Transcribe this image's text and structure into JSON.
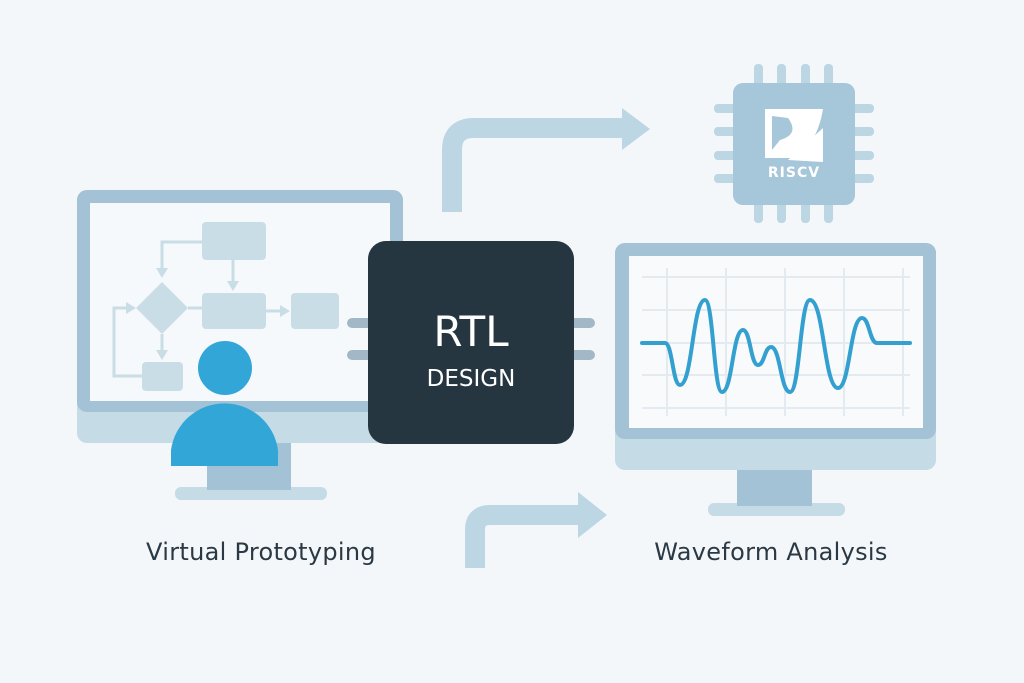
{
  "colors": {
    "background": "#f4f7fa",
    "frame": "#a3c2d6",
    "frame_light": "#c5dbe6",
    "flow_shape": "#c9dde6",
    "person": "#33a6d8",
    "rtl_chip": "#263640",
    "arrow": "#bcd6e4",
    "riscv_chip": "#a6c6da",
    "waveform": "#33a0d0",
    "grid": "#e3ebf0"
  },
  "rtl_chip": {
    "title": "RTL",
    "subtitle": "DESIGN"
  },
  "riscv_chip": {
    "label": "RISCV"
  },
  "labels": {
    "left": "Virtual Prototyping",
    "right": "Waveform Analysis"
  },
  "icons": [
    "monitor-icon",
    "flowchart-icon",
    "person-icon",
    "chip-icon",
    "arrow-right-icon",
    "waveform-icon"
  ]
}
